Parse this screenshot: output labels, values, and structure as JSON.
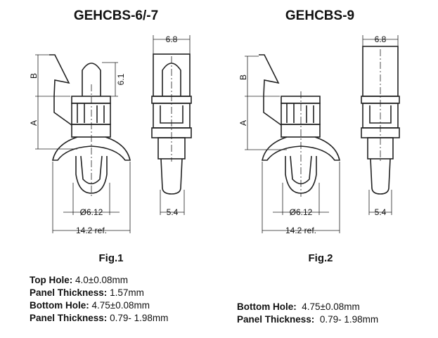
{
  "fig1": {
    "title": "GEHCBS-6/-7",
    "caption": "Fig.1",
    "dims": {
      "width_top": "6.8",
      "height_b": "B",
      "height_a": "A",
      "dome": "6.1",
      "diameter": "Ø6.12",
      "span": "14.2 ref.",
      "width_bottom": "5.4"
    },
    "specs": [
      {
        "label": "Top Hole:",
        "value": "4.0±0.08mm"
      },
      {
        "label": "Panel Thickness:",
        "value": "1.57mm"
      },
      {
        "label": "Bottom Hole:",
        "value": "4.75±0.08mm"
      },
      {
        "label": "Panel Thickness:",
        "value": "0.79- 1.98mm"
      }
    ]
  },
  "fig2": {
    "title": "GEHCBS-9",
    "caption": "Fig.2",
    "dims": {
      "width_top": "6.8",
      "height_b": "B",
      "height_a": "A",
      "diameter": "Ø6.12",
      "span": "14.2 ref.",
      "width_bottom": "5.4"
    },
    "specs": [
      {
        "label": "Bottom Hole:",
        "value": "4.75±0.08mm"
      },
      {
        "label": "Panel Thickness:",
        "value": "0.79- 1.98mm"
      }
    ]
  }
}
